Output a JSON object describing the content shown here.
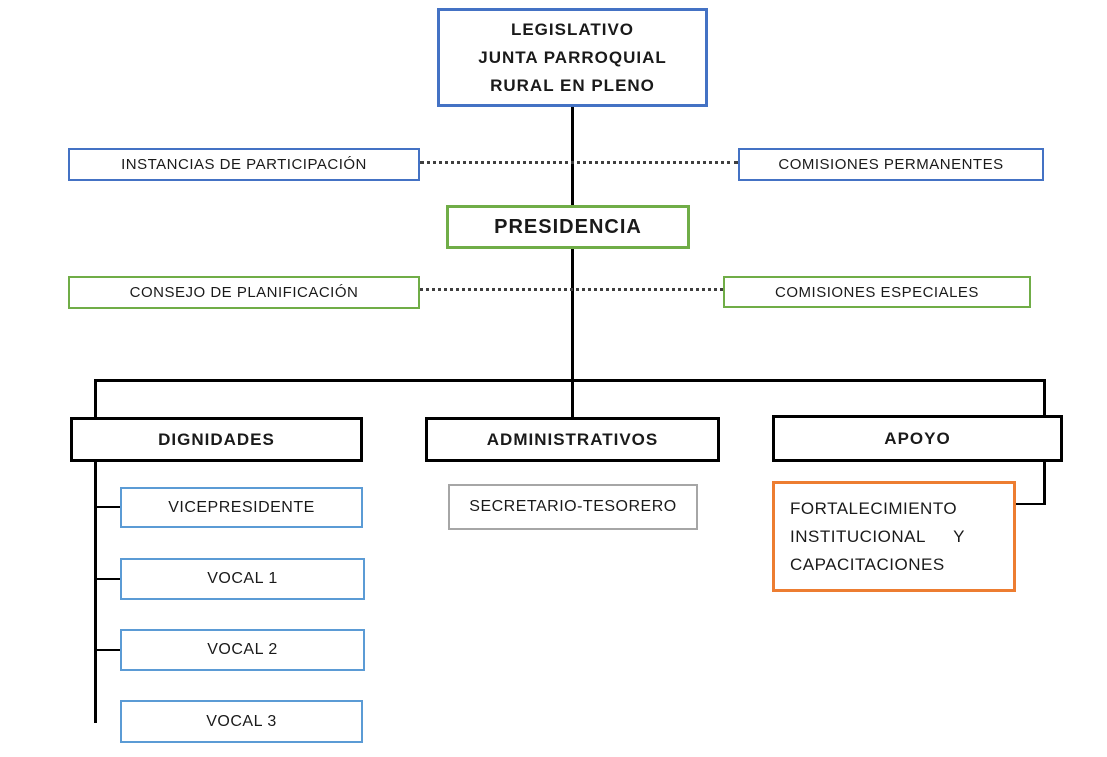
{
  "diagram": {
    "type": "organizational-chart",
    "legislativo": {
      "line1": "LEGISLATIVO",
      "line2": "JUNTA PARROQUIAL",
      "line3": "RURAL EN PLENO"
    },
    "instancias": {
      "label": "INSTANCIAS DE PARTICIPACIÓN"
    },
    "comisiones_permanentes": {
      "label": "COMISIONES PERMANENTES"
    },
    "presidencia": {
      "label": "PRESIDENCIA"
    },
    "consejo_planificacion": {
      "label": "CONSEJO DE PLANIFICACIÓN"
    },
    "comisiones_especiales": {
      "label": "COMISIONES ESPECIALES"
    },
    "dignidades": {
      "label": "DIGNIDADES"
    },
    "administrativos": {
      "label": "ADMINISTRATIVOS"
    },
    "apoyo": {
      "label": "APOYO"
    },
    "vicepresidente": {
      "label": "VICEPRESIDENTE"
    },
    "vocal1": {
      "label": "VOCAL 1"
    },
    "vocal2": {
      "label": "VOCAL 2"
    },
    "vocal3": {
      "label": "VOCAL 3"
    },
    "secretario_tesorero": {
      "label": "SECRETARIO-TESORERO"
    },
    "fortalecimiento": {
      "line1": "FORTALECIMIENTO",
      "line2": "INSTITUCIONAL Y",
      "line3": "CAPACITACIONES"
    },
    "colors": {
      "blue": "#4472C4",
      "sky_blue": "#5B9BD5",
      "green": "#70AD47",
      "orange": "#ED7D31",
      "gray": "#A6A6A6",
      "black": "#000000"
    }
  }
}
